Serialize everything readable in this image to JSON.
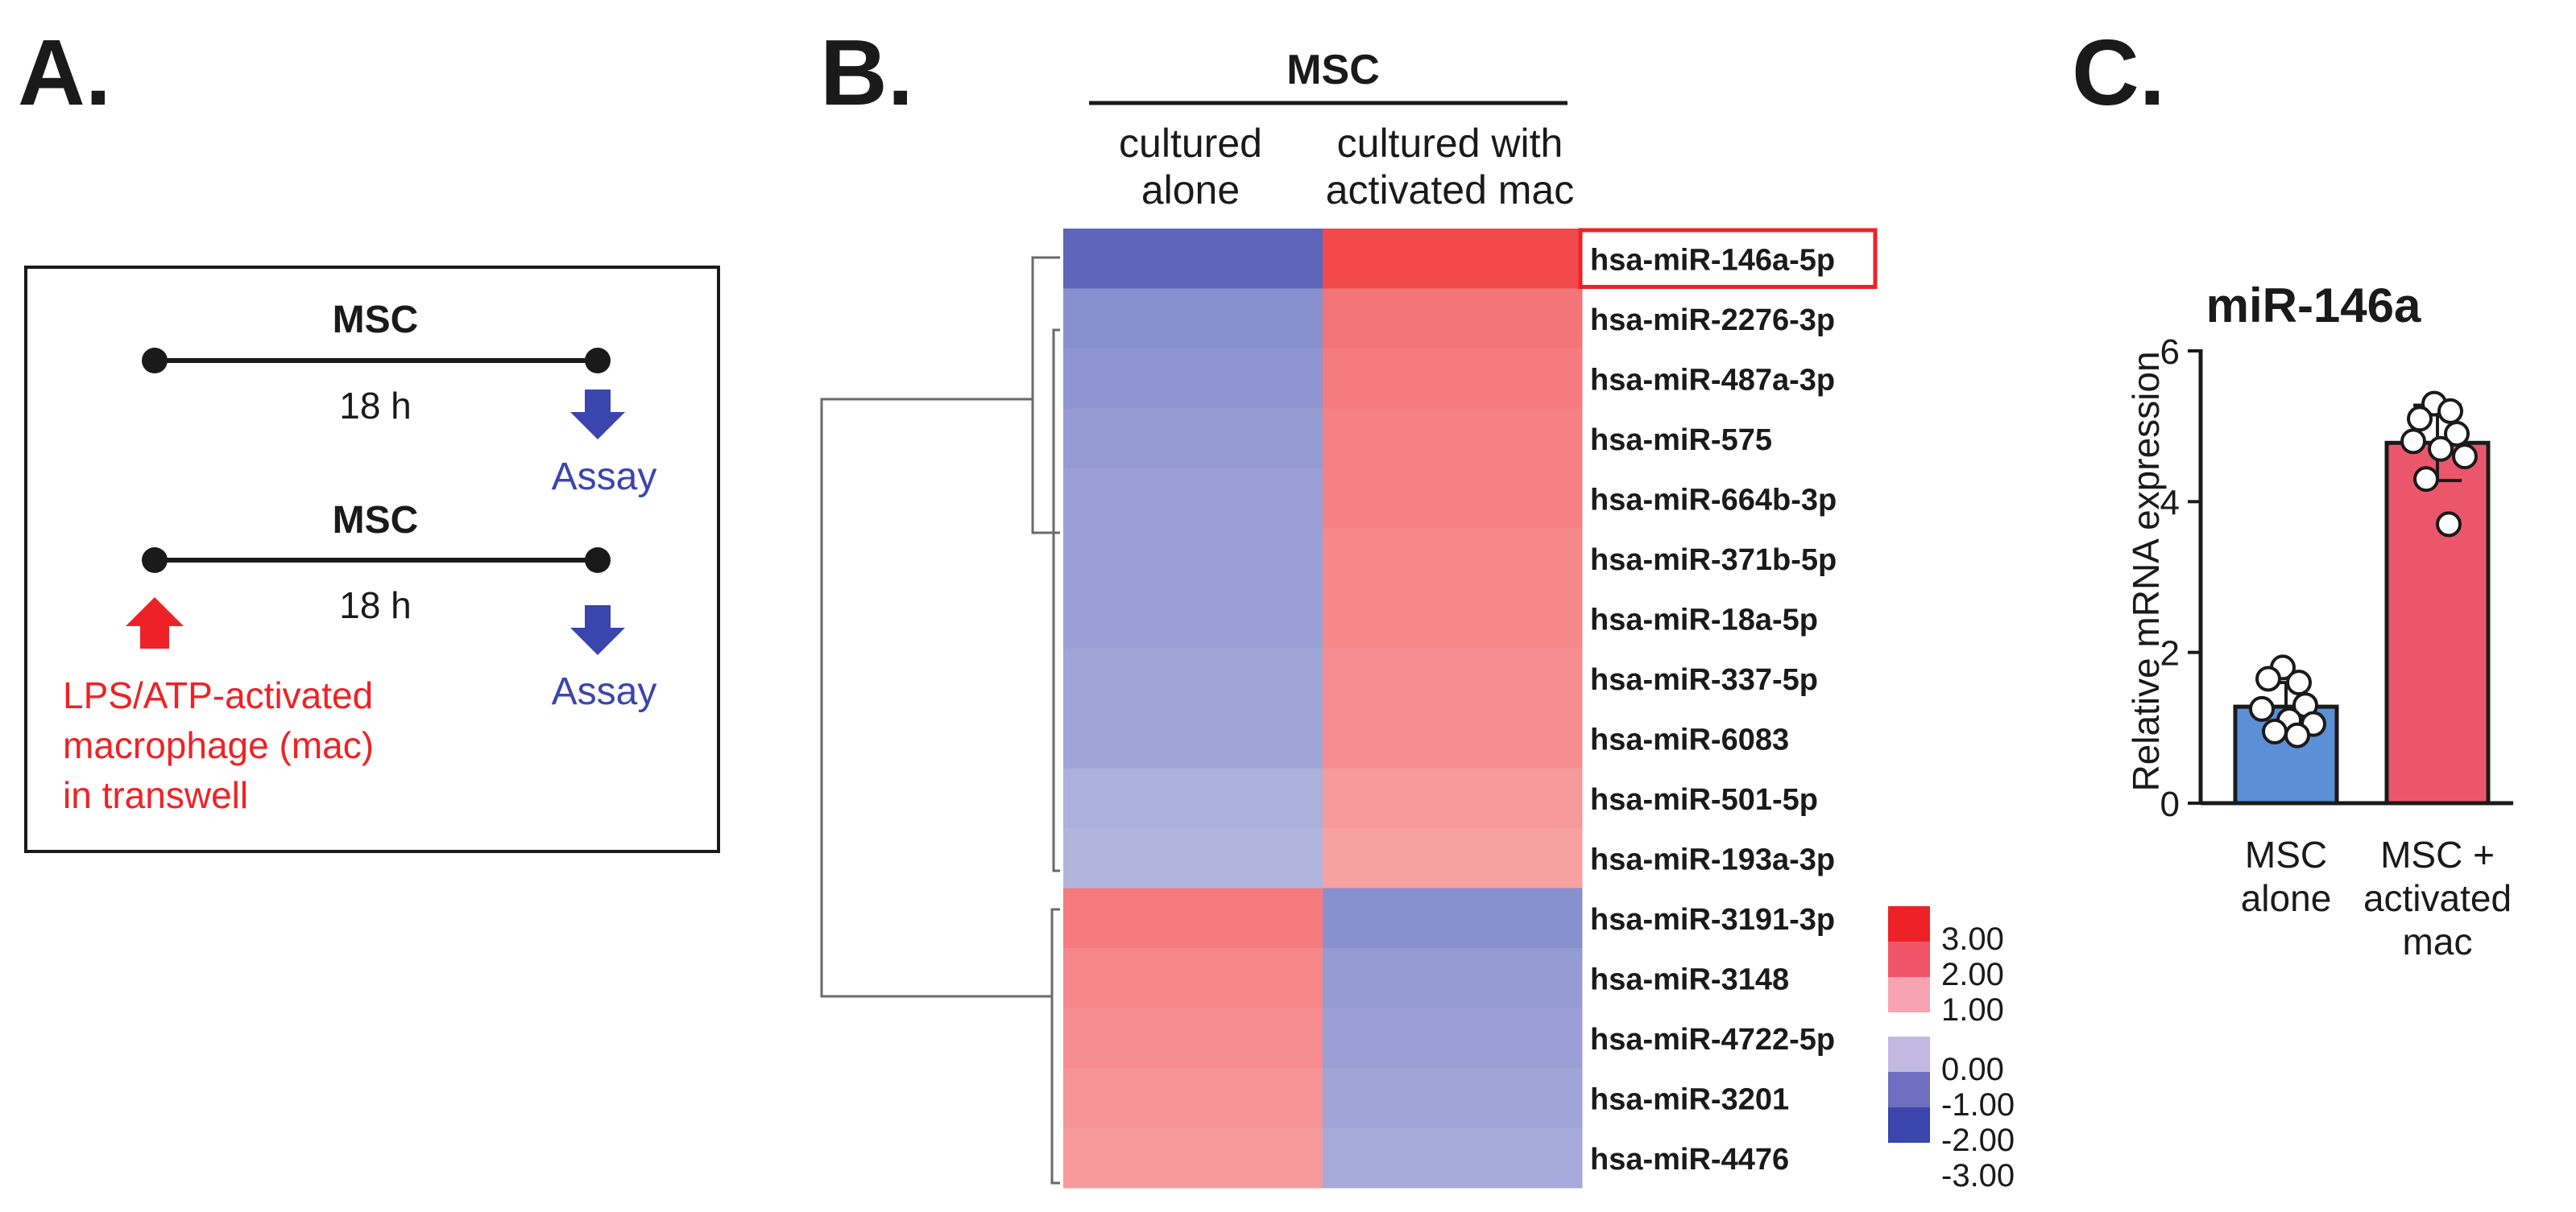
{
  "colors": {
    "red": "#ee2226",
    "blue": "#3a45ad",
    "bar_blue": "#5b8fd6",
    "bar_red": "#ec566b",
    "black": "#1a1a1a"
  },
  "panel_a": {
    "letter": "A.",
    "row1": {
      "label": "MSC",
      "duration": "18 h",
      "assay_label": "Assay",
      "assay_icon": "down-arrow-icon"
    },
    "row2": {
      "label": "MSC",
      "duration": "18 h",
      "assay_label": "Assay",
      "assay_icon": "down-arrow-icon",
      "stimulus_icon": "up-arrow-icon",
      "stimulus_lines": [
        "LPS/ATP-activated",
        "macrophage (mac)",
        "in transwell"
      ]
    }
  },
  "panel_b": {
    "letter": "B.",
    "group_label": "MSC",
    "columns": [
      {
        "line1": "cultured",
        "line2": "alone"
      },
      {
        "line1": "cultured with",
        "line2": "activated mac"
      }
    ],
    "highlighted_row": "hsa-miR-146a-5p",
    "rows": [
      {
        "label": "hsa-miR-146a-5p",
        "values": [
          -2.2,
          2.2
        ]
      },
      {
        "label": "hsa-miR-2276-3p",
        "values": [
          -1.4,
          1.5
        ]
      },
      {
        "label": "hsa-miR-487a-3p",
        "values": [
          -1.3,
          1.4
        ]
      },
      {
        "label": "hsa-miR-575",
        "values": [
          -1.2,
          1.3
        ]
      },
      {
        "label": "hsa-miR-664b-3p",
        "values": [
          -1.1,
          1.3
        ]
      },
      {
        "label": "hsa-miR-371b-5p",
        "values": [
          -1.1,
          1.2
        ]
      },
      {
        "label": "hsa-miR-18a-5p",
        "values": [
          -1.1,
          1.2
        ]
      },
      {
        "label": "hsa-miR-337-5p",
        "values": [
          -1.0,
          1.1
        ]
      },
      {
        "label": "hsa-miR-6083",
        "values": [
          -1.0,
          1.1
        ]
      },
      {
        "label": "hsa-miR-501-5p",
        "values": [
          -0.8,
          0.9
        ]
      },
      {
        "label": "hsa-miR-193a-3p",
        "values": [
          -0.7,
          0.8
        ]
      },
      {
        "label": "hsa-miR-3191-3p",
        "values": [
          1.4,
          -1.4
        ]
      },
      {
        "label": "hsa-miR-3148",
        "values": [
          1.2,
          -1.2
        ]
      },
      {
        "label": "hsa-miR-4722-5p",
        "values": [
          1.1,
          -1.1
        ]
      },
      {
        "label": "hsa-miR-3201",
        "values": [
          1.0,
          -1.0
        ]
      },
      {
        "label": "hsa-miR-4476",
        "values": [
          0.9,
          -0.9
        ]
      }
    ],
    "color_scale": {
      "ticks": [
        "3.00",
        "2.00",
        "1.00",
        "0.00",
        "-1.00",
        "-2.00",
        "-3.00"
      ],
      "swatches": [
        "#ee2226",
        "#f25467",
        "#f7a3b2",
        "#c1b9e2",
        "#6e6fc0",
        "#3a45ad"
      ]
    }
  },
  "panel_c": {
    "letter": "C.",
    "chart_data": {
      "type": "bar",
      "title": "miR-146a",
      "ylabel": "Relative mRNA expression",
      "ylim": [
        0,
        6
      ],
      "yticks": [
        "0",
        "2",
        "4",
        "6"
      ],
      "categories": [
        [
          "MSC",
          "alone"
        ],
        [
          "MSC +",
          "activated",
          "mac"
        ]
      ],
      "values": [
        1.28,
        4.78
      ],
      "errors": [
        0.32,
        0.5
      ],
      "bar_colors": [
        "#5b8fd6",
        "#ec566b"
      ],
      "points": [
        [
          1.8,
          1.6,
          1.65,
          1.3,
          1.25,
          1.1,
          1.05,
          0.95,
          0.9
        ],
        [
          5.3,
          5.2,
          5.1,
          4.9,
          4.8,
          4.7,
          4.6,
          4.3,
          3.7
        ]
      ]
    }
  }
}
